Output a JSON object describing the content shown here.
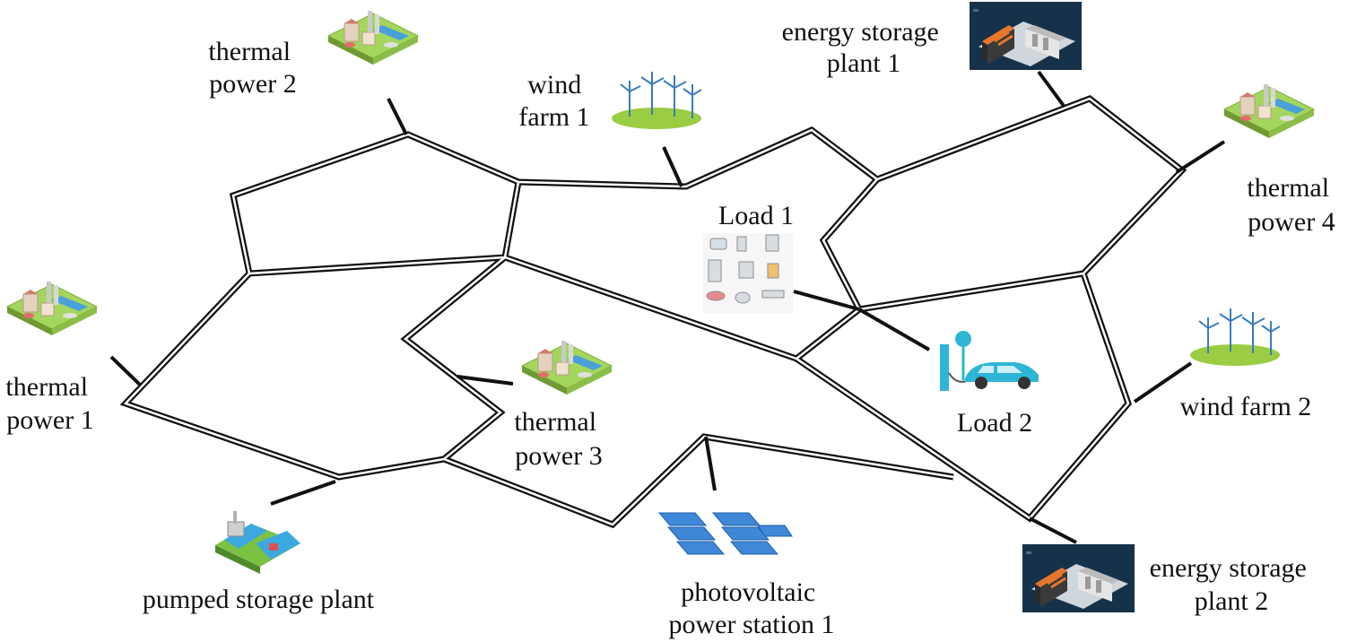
{
  "labels": {
    "thermal2": [
      "thermal",
      "power 2"
    ],
    "wind1": [
      "wind",
      "farm 1"
    ],
    "storage1": [
      "energy storage",
      "plant 1"
    ],
    "thermal4": [
      "thermal",
      "power 4"
    ],
    "load1": "Load 1",
    "load2": "Load 2",
    "thermal1": [
      "thermal",
      "power 1"
    ],
    "thermal3": [
      "thermal",
      "power 3"
    ],
    "wind2": "wind farm 2",
    "pumped": "pumped storage plant",
    "pv1": [
      "photovoltaic",
      "power station 1"
    ],
    "storage2": [
      "energy storage",
      "plant 2"
    ]
  },
  "icons": {
    "thermal": "thermal-power-plant-icon",
    "wind": "wind-turbine-icon",
    "storage": "energy-storage-icon",
    "load": "household-appliances-icon",
    "ev": "electric-vehicle-charging-icon",
    "pumped": "pumped-storage-icon",
    "pv": "solar-panel-icon"
  },
  "colors": {
    "line": "#111111",
    "grass": "#a4d65e",
    "panel": "#3f88d8",
    "storage_bg": "#16324a",
    "battery": "#e8762b",
    "car": "#2fb5d6"
  }
}
